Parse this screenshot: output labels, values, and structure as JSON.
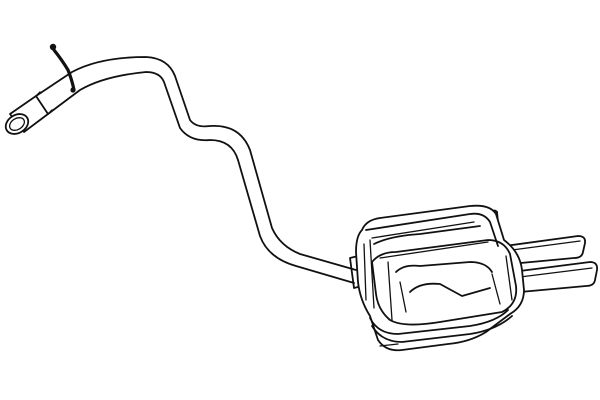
{
  "colors": {
    "background": "#ffffff",
    "line": "#111111"
  },
  "parts": [
    {
      "name": "inlet-pipe-end",
      "icon": "pipe-end-icon"
    },
    {
      "name": "pipe-clamp",
      "icon": "clamp-icon"
    },
    {
      "name": "exhaust-pipe",
      "icon": "pipe-icon"
    },
    {
      "name": "rear-muffler",
      "icon": "muffler-icon"
    },
    {
      "name": "tailpipe-upper",
      "icon": "tailpipe-icon"
    },
    {
      "name": "tailpipe-lower",
      "icon": "tailpipe-icon"
    },
    {
      "name": "hanger-bracket",
      "icon": "hanger-icon"
    }
  ]
}
